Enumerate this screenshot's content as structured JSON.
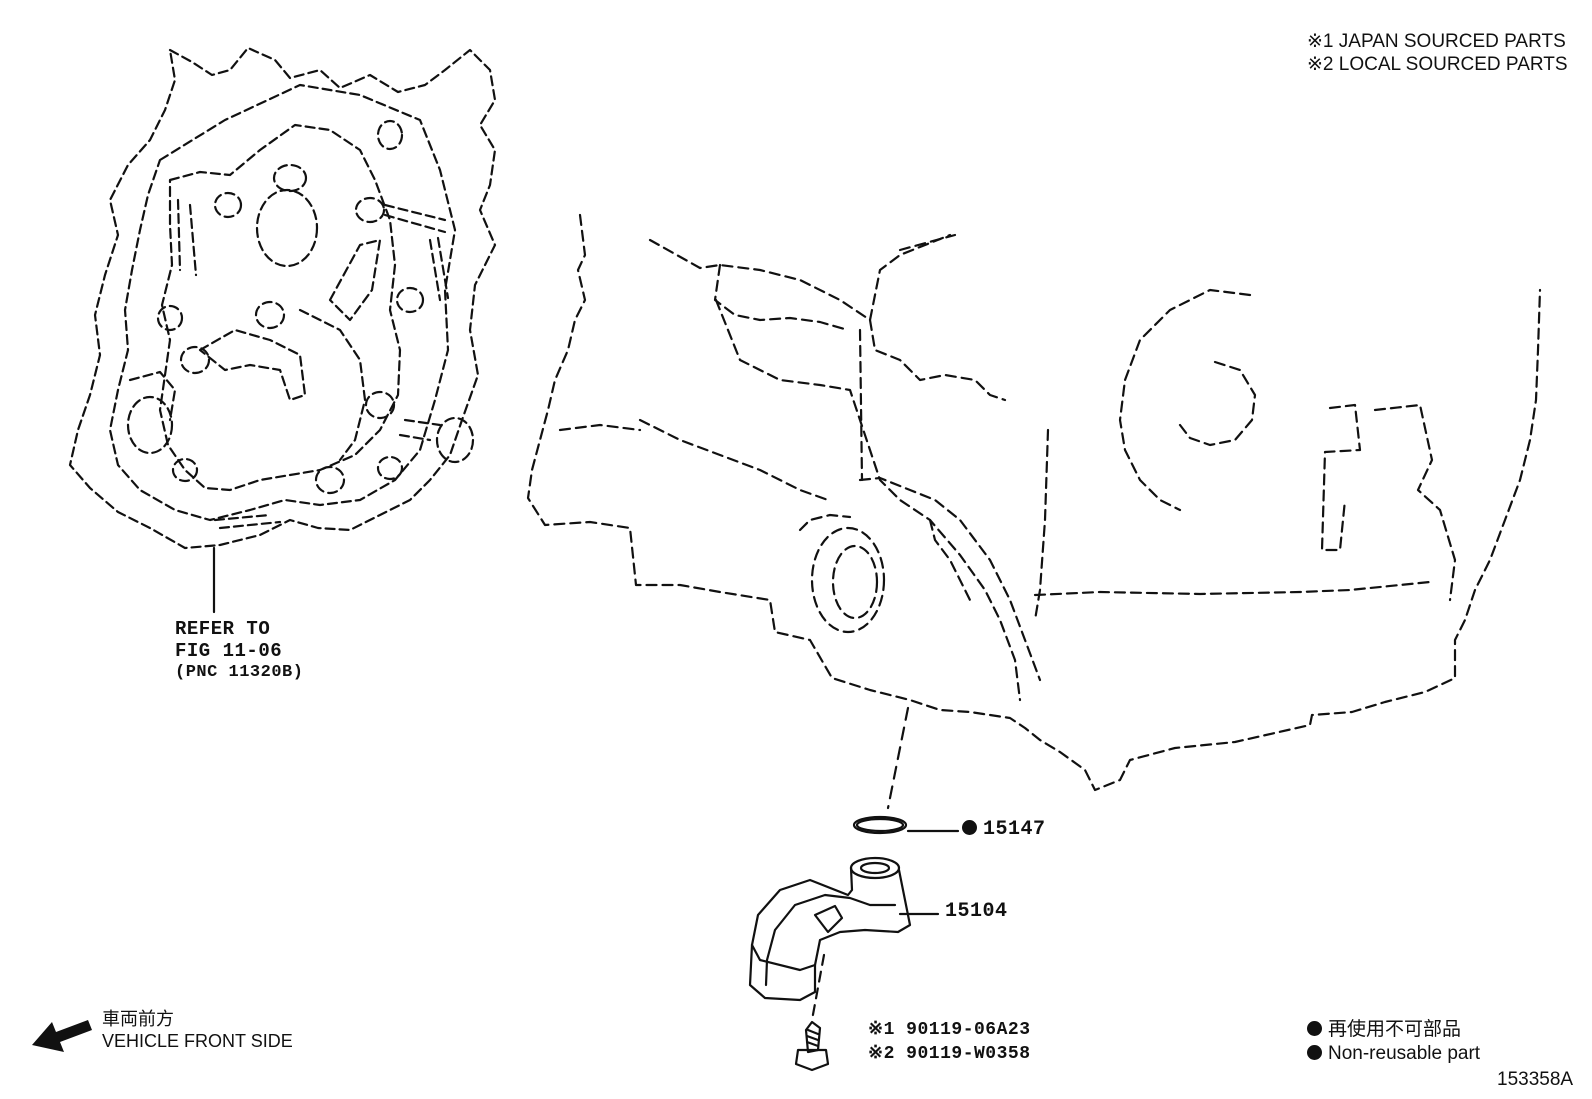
{
  "notes": {
    "japan_sourced": "※1 JAPAN SOURCED PARTS",
    "local_sourced": "※2 LOCAL SOURCED PARTS"
  },
  "reference": {
    "line1": "REFER TO",
    "line2": "FIG 11-06",
    "line3": "(PNC 11320B)"
  },
  "parts": {
    "gasket": "15147",
    "pipe": "15104",
    "bolt_japan": "※1 90119-06A23",
    "bolt_local": "※2 90119-W0358"
  },
  "direction": {
    "japanese": "車両前方",
    "english": "VEHICLE FRONT SIDE"
  },
  "legend": {
    "japanese": "再使用不可部品",
    "english": "Non-reusable part"
  },
  "figure_id": "153358A",
  "colors": {
    "line": "#111111",
    "background": "#ffffff"
  }
}
